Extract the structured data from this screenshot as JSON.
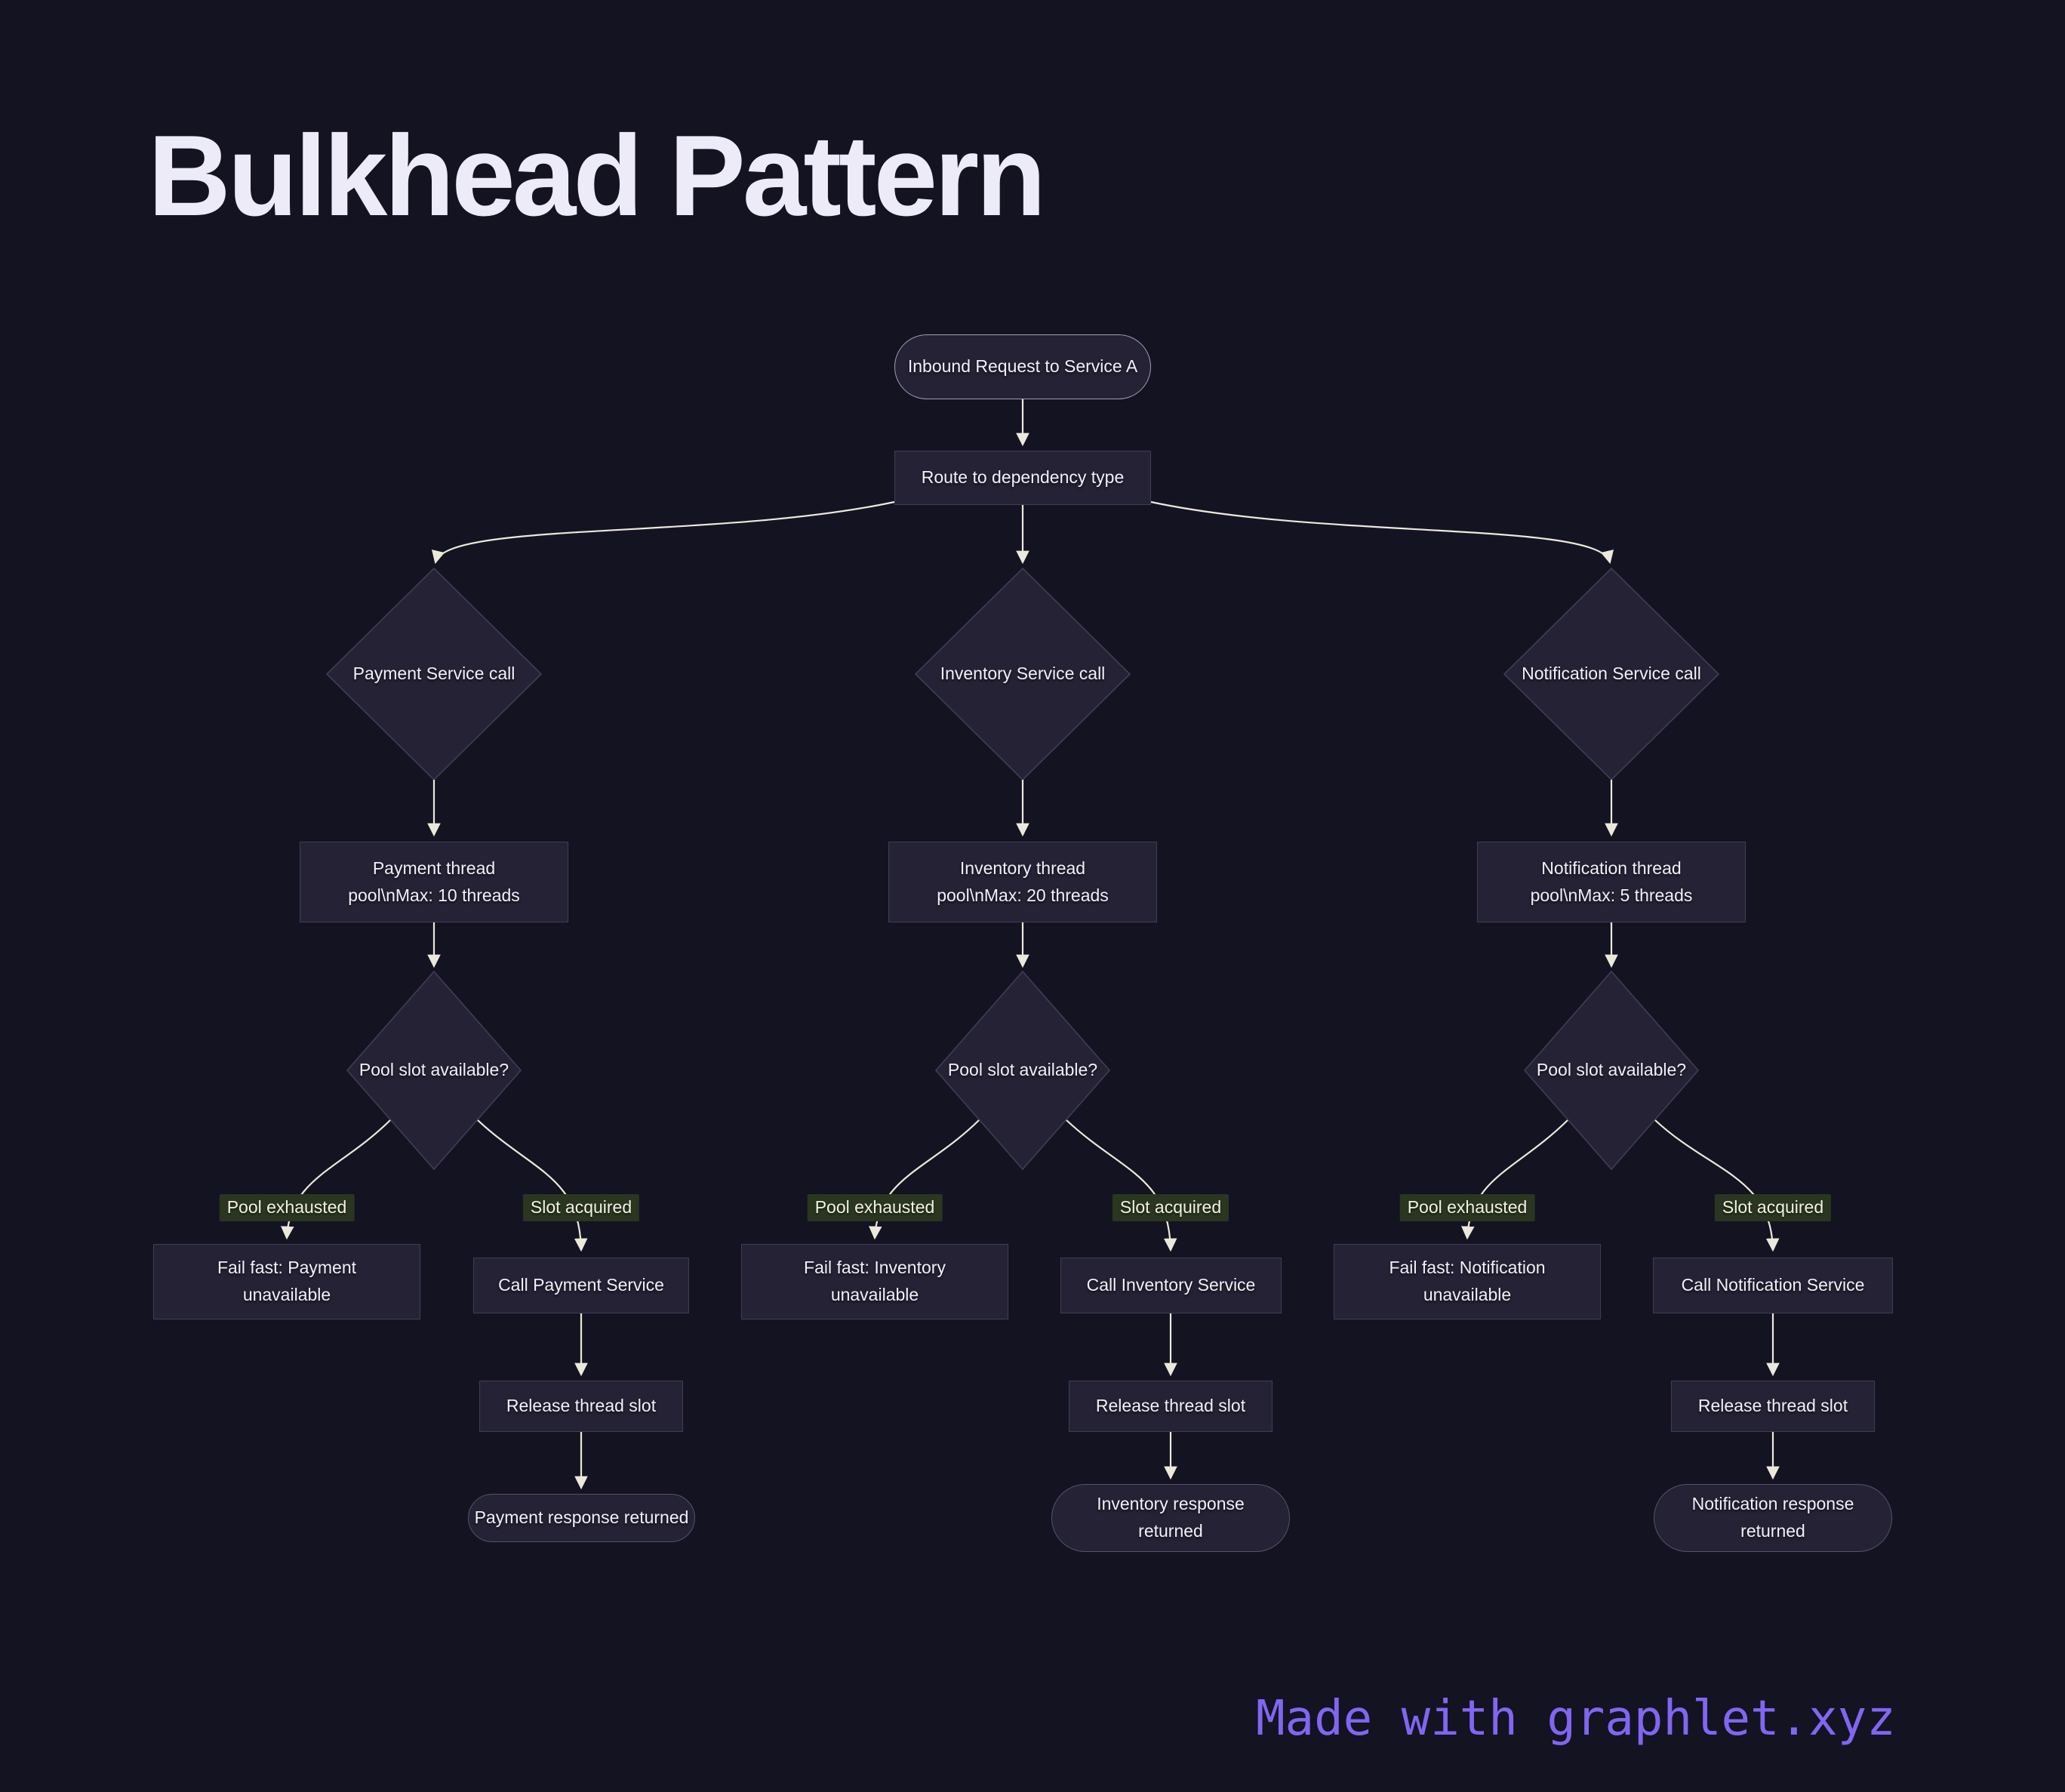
{
  "title": "Bulkhead Pattern",
  "footer": "Made with graphlet.xyz",
  "colors": {
    "background": "#141322",
    "node_fill": "#242234",
    "node_border": "#403d56",
    "edge": "#ece9da",
    "label_bg": "#2a3620",
    "label_text": "#f2f1e4",
    "text": "#f1eff8",
    "title_color": "#edebf7",
    "accent": "#8166f2"
  },
  "edge_labels": {
    "exhausted": "Pool exhausted",
    "acquired": "Slot acquired"
  },
  "flow": {
    "start": "Inbound Request to Service A",
    "route": "Route to dependency type",
    "branches": [
      {
        "id": "payment",
        "decision": "Payment Service call",
        "pool": "Payment thread pool\\nMax: 10 threads",
        "slot_check": "Pool slot available?",
        "fail": "Fail fast: Payment unavailable",
        "call": "Call Payment Service",
        "release": "Release thread slot",
        "response": "Payment response returned"
      },
      {
        "id": "inventory",
        "decision": "Inventory Service call",
        "pool": "Inventory thread pool\\nMax: 20 threads",
        "slot_check": "Pool slot available?",
        "fail": "Fail fast: Inventory unavailable",
        "call": "Call Inventory Service",
        "release": "Release thread slot",
        "response": "Inventory response returned"
      },
      {
        "id": "notification",
        "decision": "Notification Service call",
        "pool": "Notification thread pool\\nMax: 5 threads",
        "slot_check": "Pool slot available?",
        "fail": "Fail fast: Notification unavailable",
        "call": "Call Notification Service",
        "release": "Release thread slot",
        "response": "Notification response returned"
      }
    ]
  }
}
